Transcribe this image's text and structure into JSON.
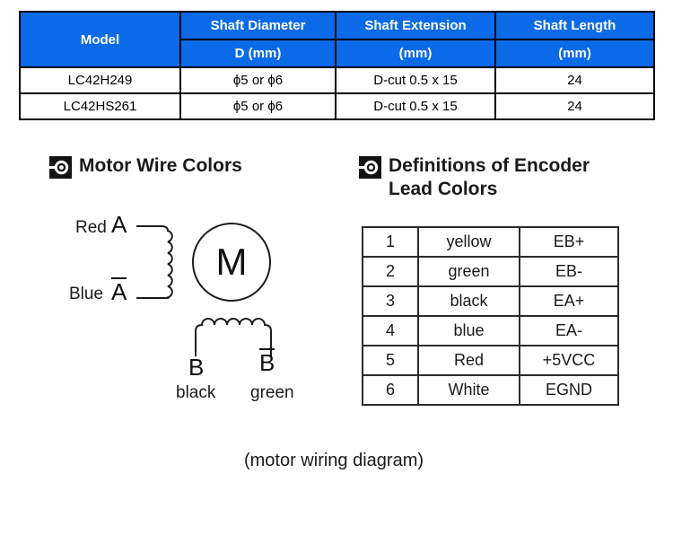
{
  "page": {
    "caption": "(motor wiring diagram)"
  },
  "colors": {
    "table_header_bg": "#0b6ae8",
    "table_header_text": "#ffffff",
    "table_border": "#000000",
    "encoder_border": "#2b2b2b",
    "text": "#1a1a1a"
  },
  "spec_table": {
    "columns": [
      {
        "label": "Model",
        "sublabel": ""
      },
      {
        "label": "Shaft Diameter",
        "sublabel": "D (mm)"
      },
      {
        "label": "Shaft Extension",
        "sublabel": "(mm)"
      },
      {
        "label": "Shaft Length",
        "sublabel": "(mm)"
      }
    ],
    "rows": [
      [
        "LC42H249",
        "ϕ5 or ϕ6",
        "D-cut 0.5 x 15",
        "24"
      ],
      [
        "LC42HS261",
        "ϕ5 or ϕ6",
        "D-cut 0.5 x 15",
        "24"
      ]
    ]
  },
  "sections": {
    "motor_wire_colors": {
      "title": "Motor Wire Colors"
    },
    "encoder_lead_colors": {
      "title_line1": "Definitions of Encoder",
      "title_line2": "Lead Colors"
    }
  },
  "wiring_diagram": {
    "labels": {
      "phase_a_color": "Red",
      "phase_a": "A",
      "phase_a_bar_color": "Blue",
      "phase_a_bar": "A",
      "motor": "M",
      "phase_b": "B",
      "phase_b_bar": "B",
      "phase_b_color": "black",
      "phase_b_bar_color": "green"
    }
  },
  "encoder_table": {
    "rows": [
      {
        "pin": "1",
        "color": "yellow",
        "signal": "EB+"
      },
      {
        "pin": "2",
        "color": "green",
        "signal": "EB-"
      },
      {
        "pin": "3",
        "color": "black",
        "signal": "EA+"
      },
      {
        "pin": "4",
        "color": "blue",
        "signal": "EA-"
      },
      {
        "pin": "5",
        "color": "Red",
        "signal": "+5VCC"
      },
      {
        "pin": "6",
        "color": "White",
        "signal": "EGND"
      }
    ]
  }
}
